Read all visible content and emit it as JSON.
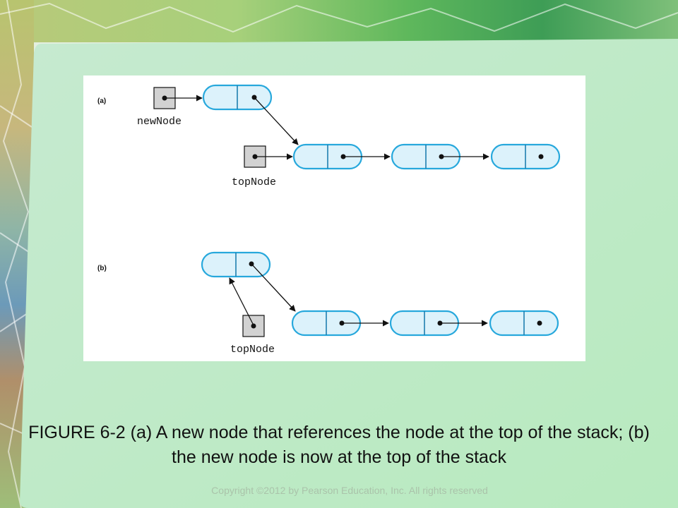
{
  "slide": {
    "caption": "FIGURE 6-2 (a) A new node that references the node at the top of the stack; (b) the new node is now at the top of the stack",
    "copyright": "Copyright ©2012 by Pearson Education, Inc. All rights reserved"
  },
  "figure": {
    "part_a": {
      "label": "(a)",
      "pointers": [
        {
          "name": "newNode",
          "label": "newNode"
        },
        {
          "name": "topNode",
          "label": "topNode"
        }
      ]
    },
    "part_b": {
      "label": "(b)",
      "pointers": [
        {
          "name": "topNode",
          "label": "topNode"
        }
      ]
    }
  },
  "colors": {
    "node_fill": "#dcf2fb",
    "node_stroke": "#27a8dc",
    "pointer_box_fill": "#d2d2d2",
    "slide_background": "#cdeccf"
  }
}
